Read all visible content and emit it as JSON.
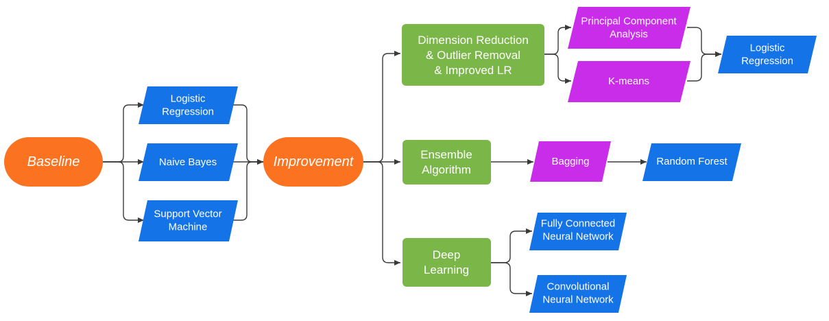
{
  "colors": {
    "orange": "#fb7320",
    "blue": "#1473e6",
    "green": "#7ab648",
    "purple": "#c92de9",
    "connector": "#3a3a3a",
    "text": "#ffffff"
  },
  "nodes": {
    "baseline": [
      "Baseline"
    ],
    "improvement": [
      "Improvement"
    ],
    "lr_baseline": [
      "Logistic",
      "Regression"
    ],
    "naive_bayes": [
      "Naive Bayes"
    ],
    "svm": [
      "Support Vector",
      "Machine"
    ],
    "dim_reduction": [
      "Dimension Reduction",
      "& Outlier Removal",
      "& Improved LR"
    ],
    "ensemble": [
      "Ensemble",
      "Algorithm"
    ],
    "deep_learning": [
      "Deep",
      "Learning"
    ],
    "pca": [
      "Principal Component",
      "Analysis"
    ],
    "kmeans": [
      "K-means"
    ],
    "lr_improved": [
      "Logistic",
      "Regression"
    ],
    "bagging": [
      "Bagging"
    ],
    "random_forest": [
      "Random Forest"
    ],
    "fcnn": [
      "Fully Connected",
      "Neural Network"
    ],
    "cnn": [
      "Convolutional",
      "Neural Network"
    ]
  }
}
